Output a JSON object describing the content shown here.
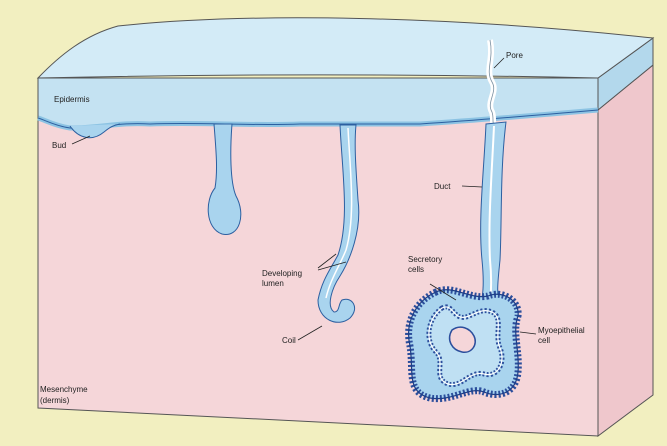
{
  "labels": {
    "pore": "Pore",
    "epidermis": "Epidermis",
    "bud": "Bud",
    "duct": "Duct",
    "secretory_line1": "Secretory",
    "secretory_line2": "cells",
    "developing_line1": "Developing",
    "developing_line2": "lumen",
    "myo_line1": "Myoepithelial",
    "myo_line2": "cell",
    "coil": "Coil",
    "mesenchyme_line1": "Mesenchyme",
    "mesenchyme_line2": "(dermis)"
  },
  "colors": {
    "background": "#f2efc0",
    "epidermis": "#c4e2f2",
    "dermis": "#f5d6d9",
    "gland": "#a9d4ee",
    "gland_dark": "#2b4e9c"
  }
}
